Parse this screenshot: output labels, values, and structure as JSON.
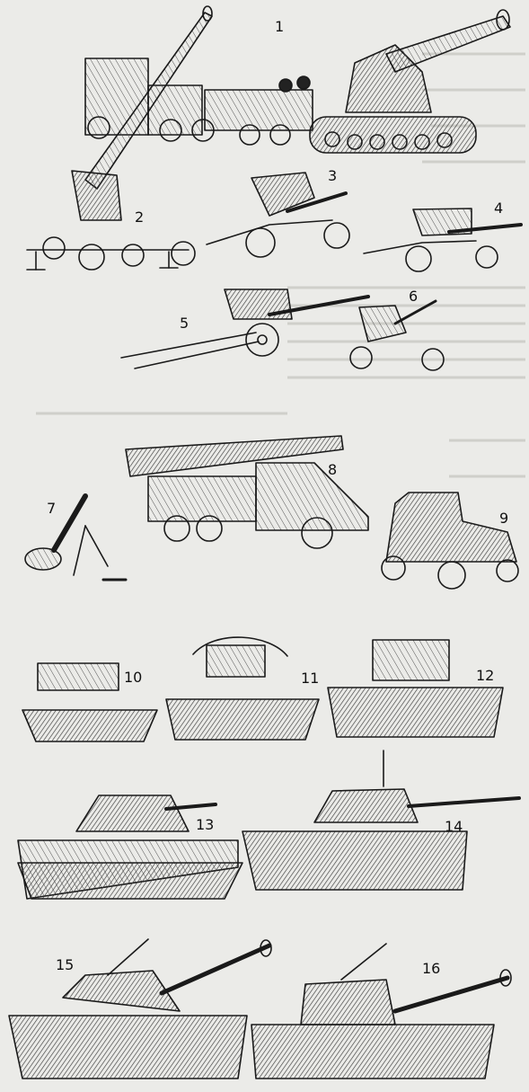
{
  "plate": {
    "items": [
      {
        "id": "1",
        "subject": "heavy-howitzer-with-tractor-convoy"
      },
      {
        "id": "2",
        "subject": "anti-aircraft-gun"
      },
      {
        "id": "3",
        "subject": "field-gun"
      },
      {
        "id": "4",
        "subject": "anti-tank-gun"
      },
      {
        "id": "5",
        "subject": "divisional-gun"
      },
      {
        "id": "6",
        "subject": "light-anti-tank-gun"
      },
      {
        "id": "7",
        "subject": "mortar"
      },
      {
        "id": "8",
        "subject": "rocket-launcher-truck"
      },
      {
        "id": "9",
        "subject": "armored-car"
      },
      {
        "id": "10",
        "subject": "light-tank"
      },
      {
        "id": "11",
        "subject": "fast-tank"
      },
      {
        "id": "12",
        "subject": "light-tank-turreted"
      },
      {
        "id": "13",
        "subject": "medium-tank"
      },
      {
        "id": "14",
        "subject": "medium-tank-long-gun"
      },
      {
        "id": "15",
        "subject": "heavy-tank"
      },
      {
        "id": "16",
        "subject": "self-propelled-gun"
      }
    ]
  },
  "colors": {
    "ink": "#1a1a1a",
    "paper": "#ebebe8",
    "hatch": "#555555",
    "ghost_text": "#c9c9c4"
  }
}
